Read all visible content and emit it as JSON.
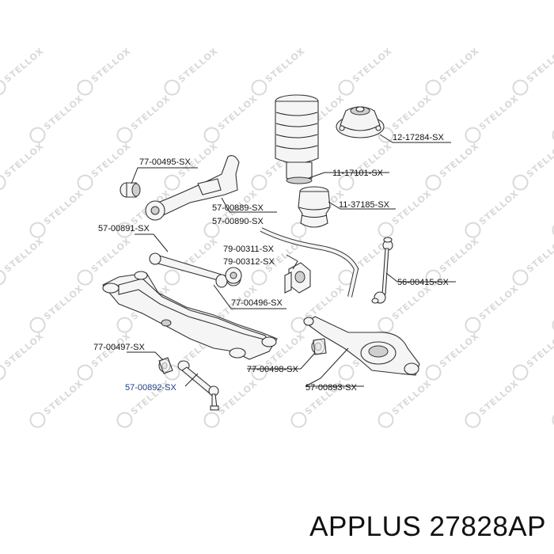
{
  "watermark": {
    "text": "STELLOX"
  },
  "labels": {
    "p12_17284": "12-17284-SX",
    "p77_00495": "77-00495-SX",
    "p11_17101": "11-17101-SX",
    "p57_00889": "57-00889-SX",
    "p57_00890": "57-00890-SX",
    "p11_37185": "11-37185-SX",
    "p57_00891": "57-00891-SX",
    "p79_00311": "79-00311-SX",
    "p79_00312": "79-00312-SX",
    "p56_00415": "56-00415-SX",
    "p77_00496": "77-00496-SX",
    "p77_00497": "77-00497-SX",
    "p77_00498": "77-00498-SX",
    "p57_00892": "57-00892-SX",
    "p57_00893": "57-00893-SX"
  },
  "footer": {
    "brand": "APPLUS",
    "part_number": "27828AP",
    "text": "APPLUS 27828AP"
  },
  "colors": {
    "highlight_label": "#1f3f8a",
    "watermark": "#d9d9d9"
  }
}
